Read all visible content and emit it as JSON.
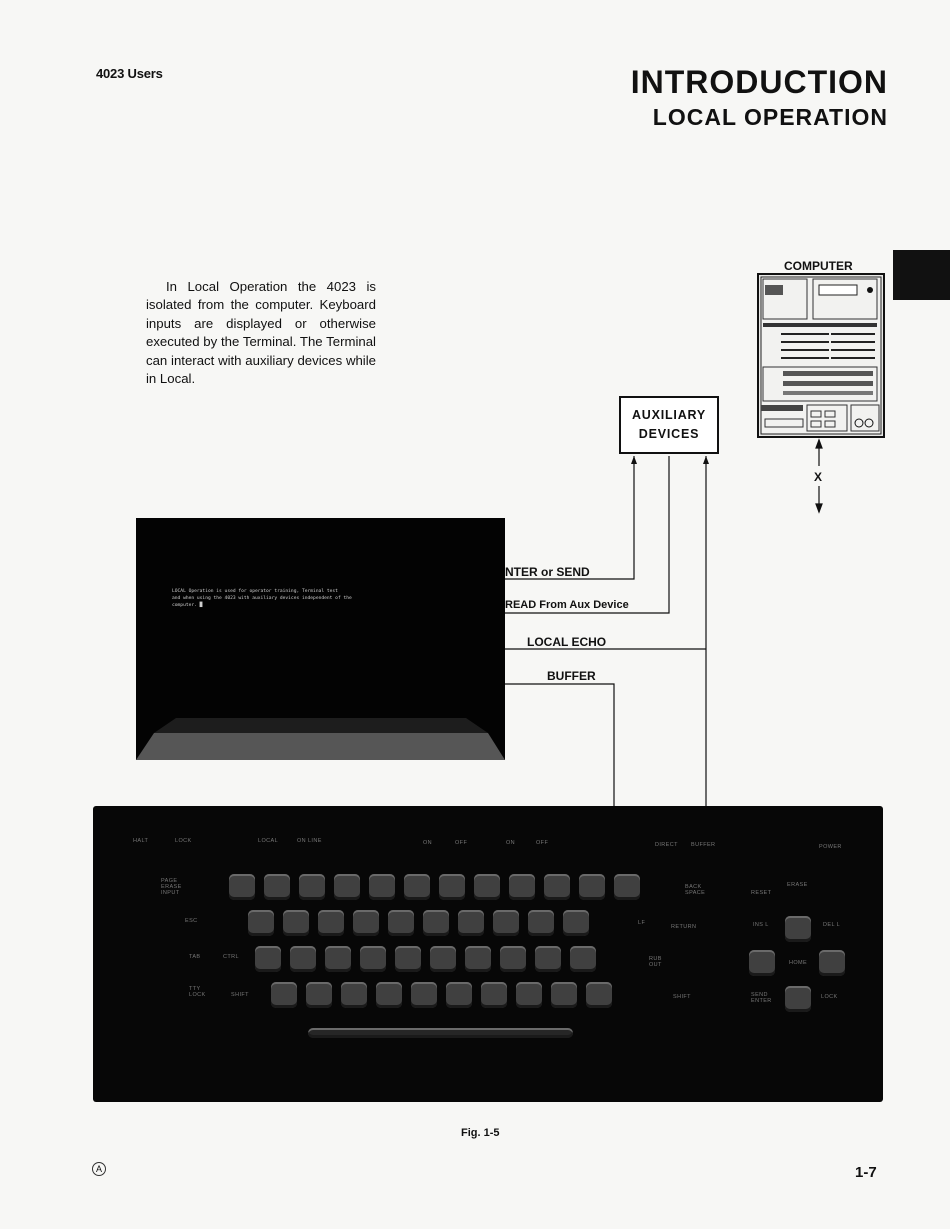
{
  "header": {
    "left": "4023 Users",
    "title": "INTRODUCTION",
    "subtitle": "LOCAL OPERATION"
  },
  "body_text": "In Local Operation the 4023 is isolated from the computer. Keyboard inputs are displayed or otherwise executed by the Terminal. The Terminal can interact with auxiliary devices while in Local.",
  "diagram": {
    "computer_label": "COMPUTER",
    "aux_line1": "AUXILIARY",
    "aux_line2": "DEVICES",
    "x_mark": "X",
    "signals": {
      "send": "NTER or SEND",
      "read": "READ From Aux Device",
      "echo": "LOCAL ECHO",
      "buffer": "BUFFER"
    },
    "screen_lines": [
      "LOCAL Operation is used for operator training, Terminal test",
      "and when using the 4023 with auxiliary devices independent of the",
      "computer. █"
    ],
    "keyboard_top_labels": [
      "HALT",
      "LOCK",
      "LOCAL",
      "ON LINE",
      "ON",
      "OFF",
      "ON",
      "OFF",
      "DIRECT",
      "BUFFER",
      "POWER"
    ],
    "keyboard_side_labels": {
      "page_erase": "PAGE ERASE INPUT",
      "esc": "ESC",
      "tab": "TAB",
      "ctrl": "CTRL",
      "tty_lock": "TTY LOCK",
      "shift": "SHIFT",
      "back_space": "BACK SPACE",
      "lf": "LF",
      "return": "RETURN",
      "rub_out": "RUB OUT",
      "shift_r": "SHIFT",
      "reset": "RESET",
      "erase": "ERASE",
      "ins_l": "INS L",
      "del_l": "DEL L",
      "home": "HOME",
      "send_enter": "SEND ENTER",
      "lock": "LOCK"
    }
  },
  "figure_caption": "Fig. 1-5",
  "footer": {
    "page_number": "1-7",
    "mark": "A"
  }
}
